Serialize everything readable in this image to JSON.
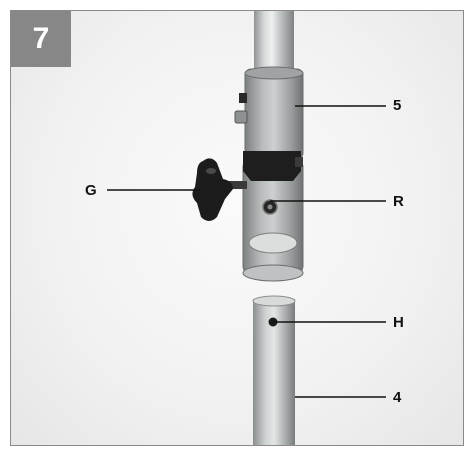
{
  "figure": {
    "step_number": "7",
    "labels": {
      "five": "5",
      "g": "G",
      "r": "R",
      "h": "H",
      "four": "4"
    }
  },
  "colors": {
    "badge": "#878787",
    "tube": "#b9bdbd",
    "clamp": "#a3a6a6",
    "knob": "#1c1c1c"
  }
}
